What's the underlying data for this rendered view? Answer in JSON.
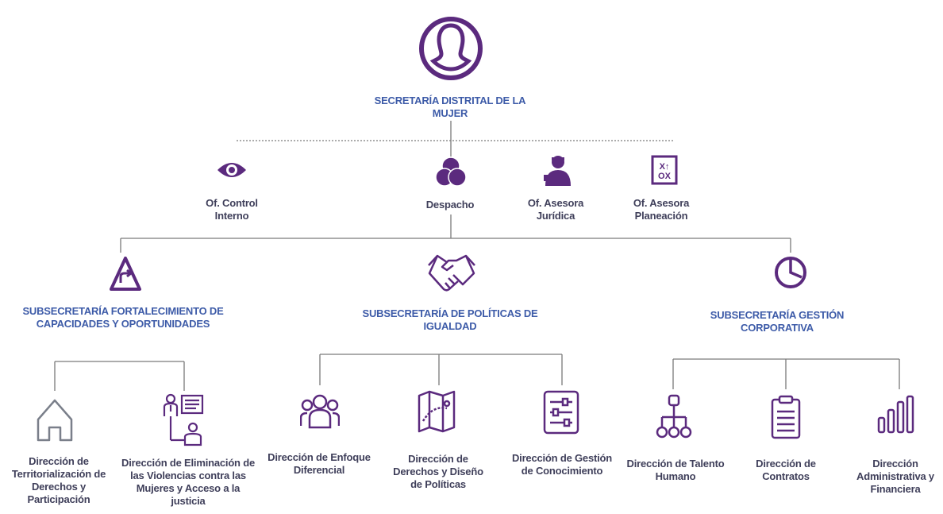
{
  "colors": {
    "purple": "#5b2a7e",
    "label_blue": "#3d5ba8",
    "line_gray": "#7a7a7a",
    "text_dark": "#3f3f5a"
  },
  "top": {
    "label": "SECRETARÍA DISTRITAL DE LA MUJER",
    "icon": "person-silhouette-icon"
  },
  "offices": [
    {
      "label": "Of. Control Interno",
      "icon": "eye-icon"
    },
    {
      "label": "Despacho",
      "icon": "three-circles-icon"
    },
    {
      "label": "Of. Asesora Jurídica",
      "icon": "lawyer-icon"
    },
    {
      "label": "Of. Asesora Planeación",
      "icon": "strategy-board-icon"
    }
  ],
  "subsecretarias": [
    {
      "label": "SUBSECRETARÍA FORTALECIMIENTO DE CAPACIDADES Y OPORTUNIDADES",
      "icon": "warning-triangle-icon"
    },
    {
      "label": "SUBSECRETARÍA DE POLÍTICAS DE IGUALDAD",
      "icon": "handshake-icon"
    },
    {
      "label": "SUBSECRETARÍA GESTIÓN CORPORATIVA",
      "icon": "pie-chart-icon"
    }
  ],
  "direcciones": [
    {
      "label": "Dirección de Territorialización de Derechos y Participación",
      "icon": "house-icon"
    },
    {
      "label": "Dirección de Eliminación de las Violencias contra las Mujeres y Acceso a la justicia",
      "icon": "people-chat-icon"
    },
    {
      "label": "Dirección de Enfoque Diferencial",
      "icon": "group-people-icon"
    },
    {
      "label": "Dirección de Derechos y Diseño de Políticas",
      "icon": "map-icon"
    },
    {
      "label": "Dirección de Gestión de Conocimiento",
      "icon": "sliders-icon"
    },
    {
      "label": "Dirección de Talento Humano",
      "icon": "org-chart-icon"
    },
    {
      "label": "Dirección de Contratos",
      "icon": "clipboard-icon"
    },
    {
      "label": "Dirección Administrativa y Financiera",
      "icon": "bar-chart-icon"
    }
  ]
}
